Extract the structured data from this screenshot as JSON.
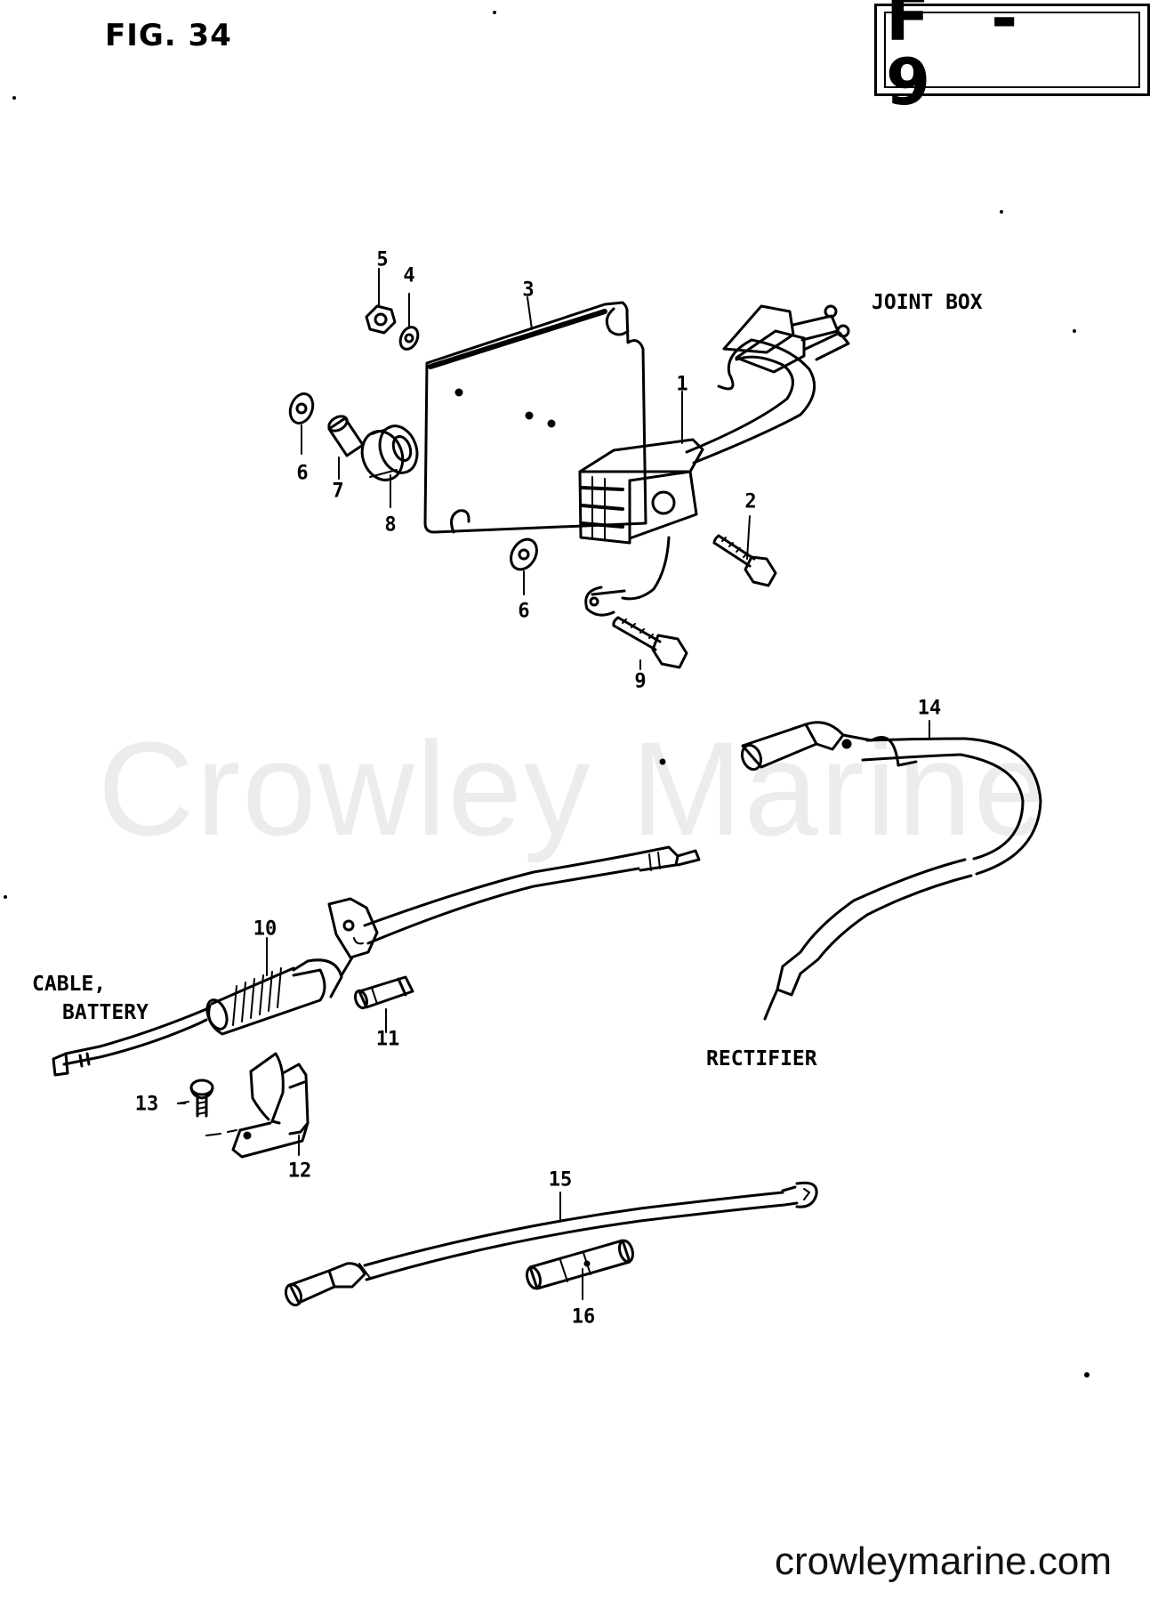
{
  "header": {
    "figure_label": "FIG. 34",
    "reference_code": "F - 9"
  },
  "watermark": {
    "text": "Crowley Marine",
    "color": "#ececec"
  },
  "footer": {
    "site": "crowleymarine.com"
  },
  "labels": {
    "joint_box": "JOINT BOX",
    "cable_battery_line1": "CABLE,",
    "cable_battery_line2": "BATTERY",
    "rectifier": "RECTIFIER"
  },
  "parts": [
    {
      "id": "p1",
      "number": "1",
      "depicts": "rectifier"
    },
    {
      "id": "p2",
      "number": "2",
      "depicts": "bolt"
    },
    {
      "id": "p3",
      "number": "3",
      "depicts": "plate"
    },
    {
      "id": "p4",
      "number": "4",
      "depicts": "washer"
    },
    {
      "id": "p5",
      "number": "5",
      "depicts": "nut"
    },
    {
      "id": "p6a",
      "number": "6",
      "depicts": "washer"
    },
    {
      "id": "p6b",
      "number": "6",
      "depicts": "washer"
    },
    {
      "id": "p7",
      "number": "7",
      "depicts": "collar"
    },
    {
      "id": "p8",
      "number": "8",
      "depicts": "grommet"
    },
    {
      "id": "p9",
      "number": "9",
      "depicts": "bolt"
    },
    {
      "id": "p10",
      "number": "10",
      "depicts": "fuse holder"
    },
    {
      "id": "p11",
      "number": "11",
      "depicts": "fuse"
    },
    {
      "id": "p12",
      "number": "12",
      "depicts": "clamp"
    },
    {
      "id": "p13",
      "number": "13",
      "depicts": "screw"
    },
    {
      "id": "p14",
      "number": "14",
      "depicts": "lead wire"
    },
    {
      "id": "p15",
      "number": "15",
      "depicts": "lead wire"
    },
    {
      "id": "p16",
      "number": "16",
      "depicts": "connector"
    }
  ]
}
